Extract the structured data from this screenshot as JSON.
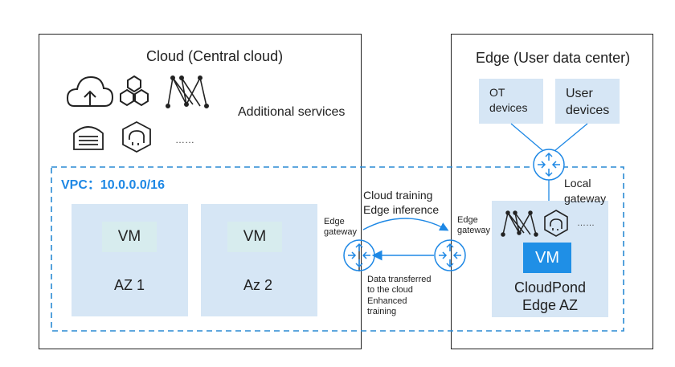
{
  "cloud": {
    "title": "Cloud (Central cloud)",
    "additional_services": "Additional services",
    "ellipsis": "……"
  },
  "edge": {
    "title": "Edge (User data center)",
    "ot_devices": "OT\ndevices",
    "user_devices": "User\ndevices",
    "local_gateway": "Local\ngateway",
    "ellipsis": "……",
    "vm": "VM",
    "edge_az": "CloudPond\nEdge AZ"
  },
  "vpc": {
    "label": "VPC：10.0.0.0/16"
  },
  "az1": {
    "vm": "VM",
    "name": "AZ 1"
  },
  "az2": {
    "vm": "VM",
    "name": "Az 2"
  },
  "links": {
    "cloud_training": "Cloud training\nEdge inference",
    "edge_gateway_left": "Edge\ngateway",
    "edge_gateway_right": "Edge\ngateway",
    "data_transferred": "Data transferred\nto the cloud\nEnhanced\ntraining"
  },
  "colors": {
    "accent_blue": "#1e88e5",
    "vpc_dash": "#2a8ad4",
    "az_fill": "#d6e6f5",
    "vm_fill": "#d7ecee",
    "edge_vm_fill": "#1f8fe6"
  }
}
